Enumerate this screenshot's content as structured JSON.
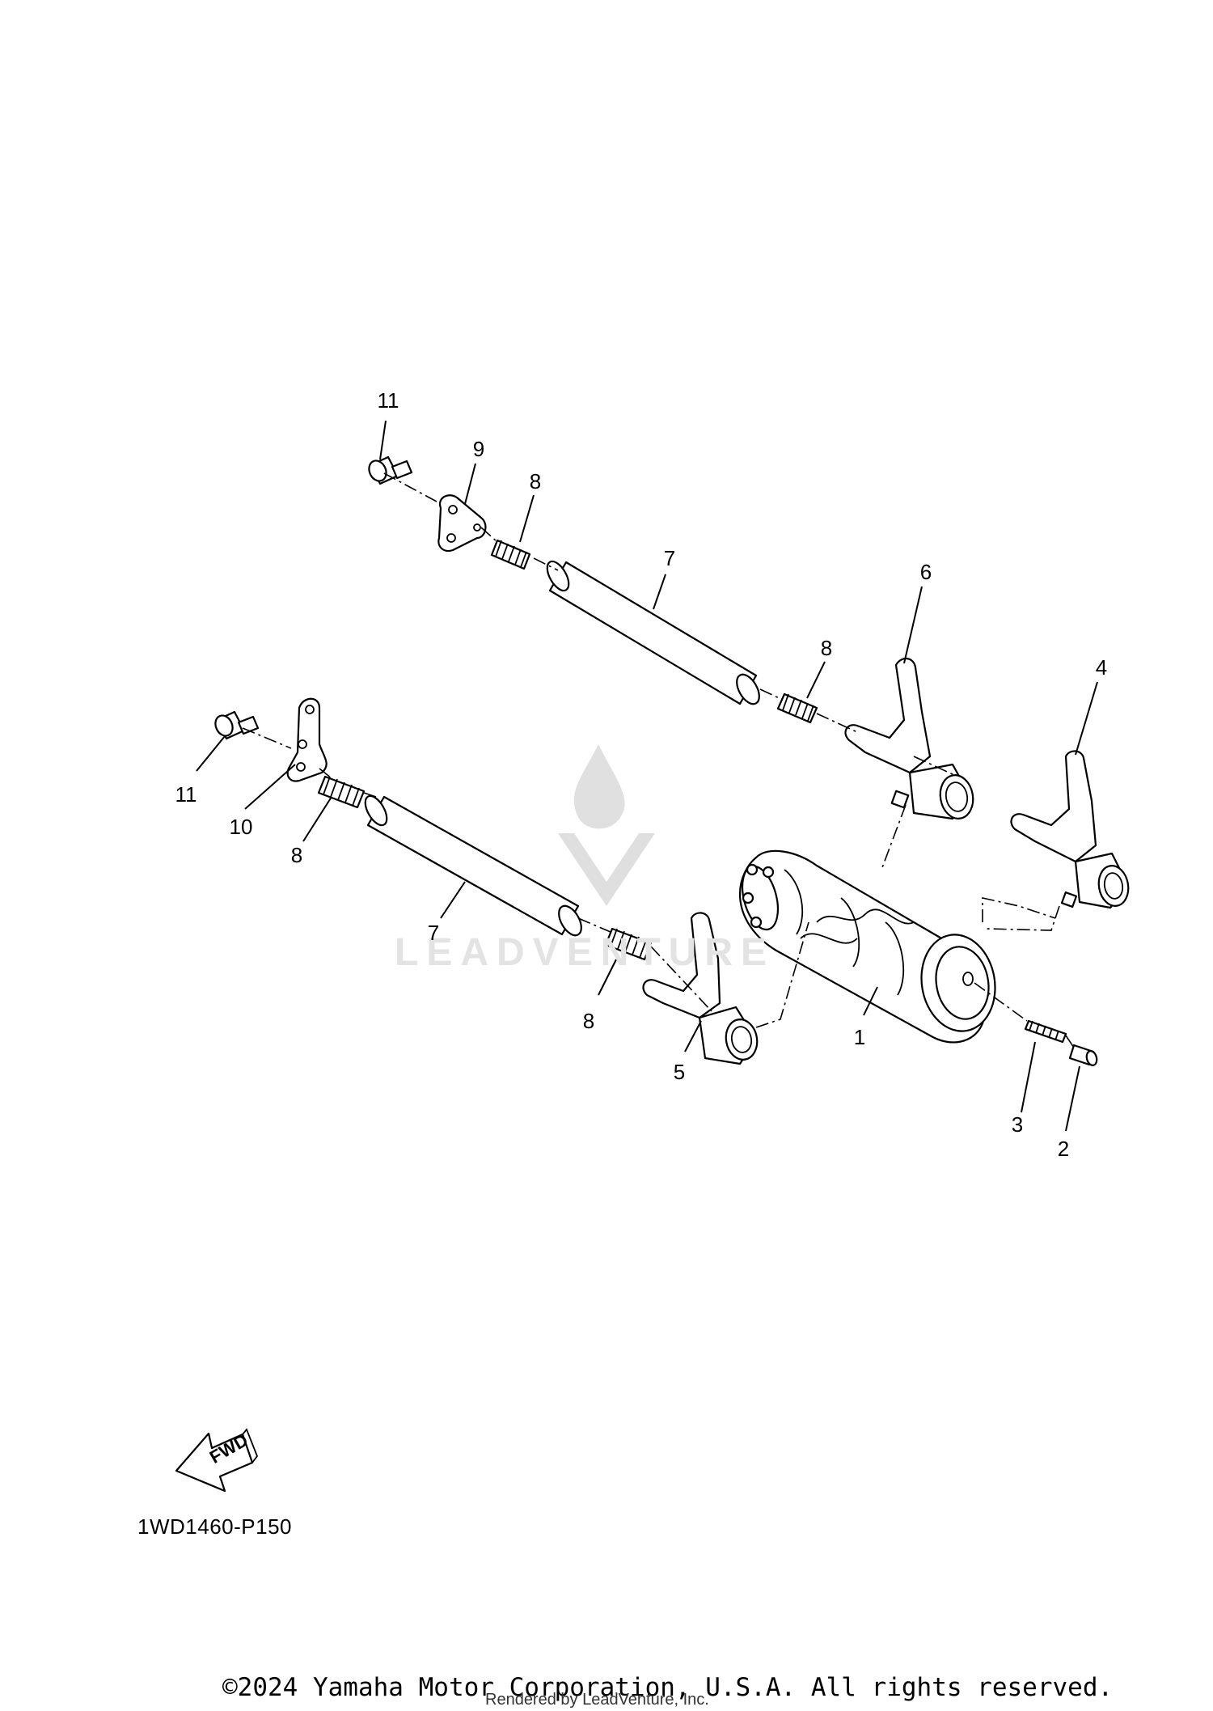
{
  "callouts": {
    "c11_top": "11",
    "c9": "9",
    "c8_top": "8",
    "c7_top": "7",
    "c6": "6",
    "c8_mid": "8",
    "c4": "4",
    "c11_left": "11",
    "c10": "10",
    "c8_left": "8",
    "c7_bottom": "7",
    "c8_bottom": "8",
    "c5": "5",
    "c1": "1",
    "c3": "3",
    "c2": "2"
  },
  "fwd_label": "FWD",
  "diagram_code": "1WD1460-P150",
  "watermark": "LEADVENTURE",
  "copyright": "©2024 Yamaha Motor Corporation, U.S.A. All rights reserved.",
  "rendered_by": "Rendered by LeadVenture, Inc."
}
